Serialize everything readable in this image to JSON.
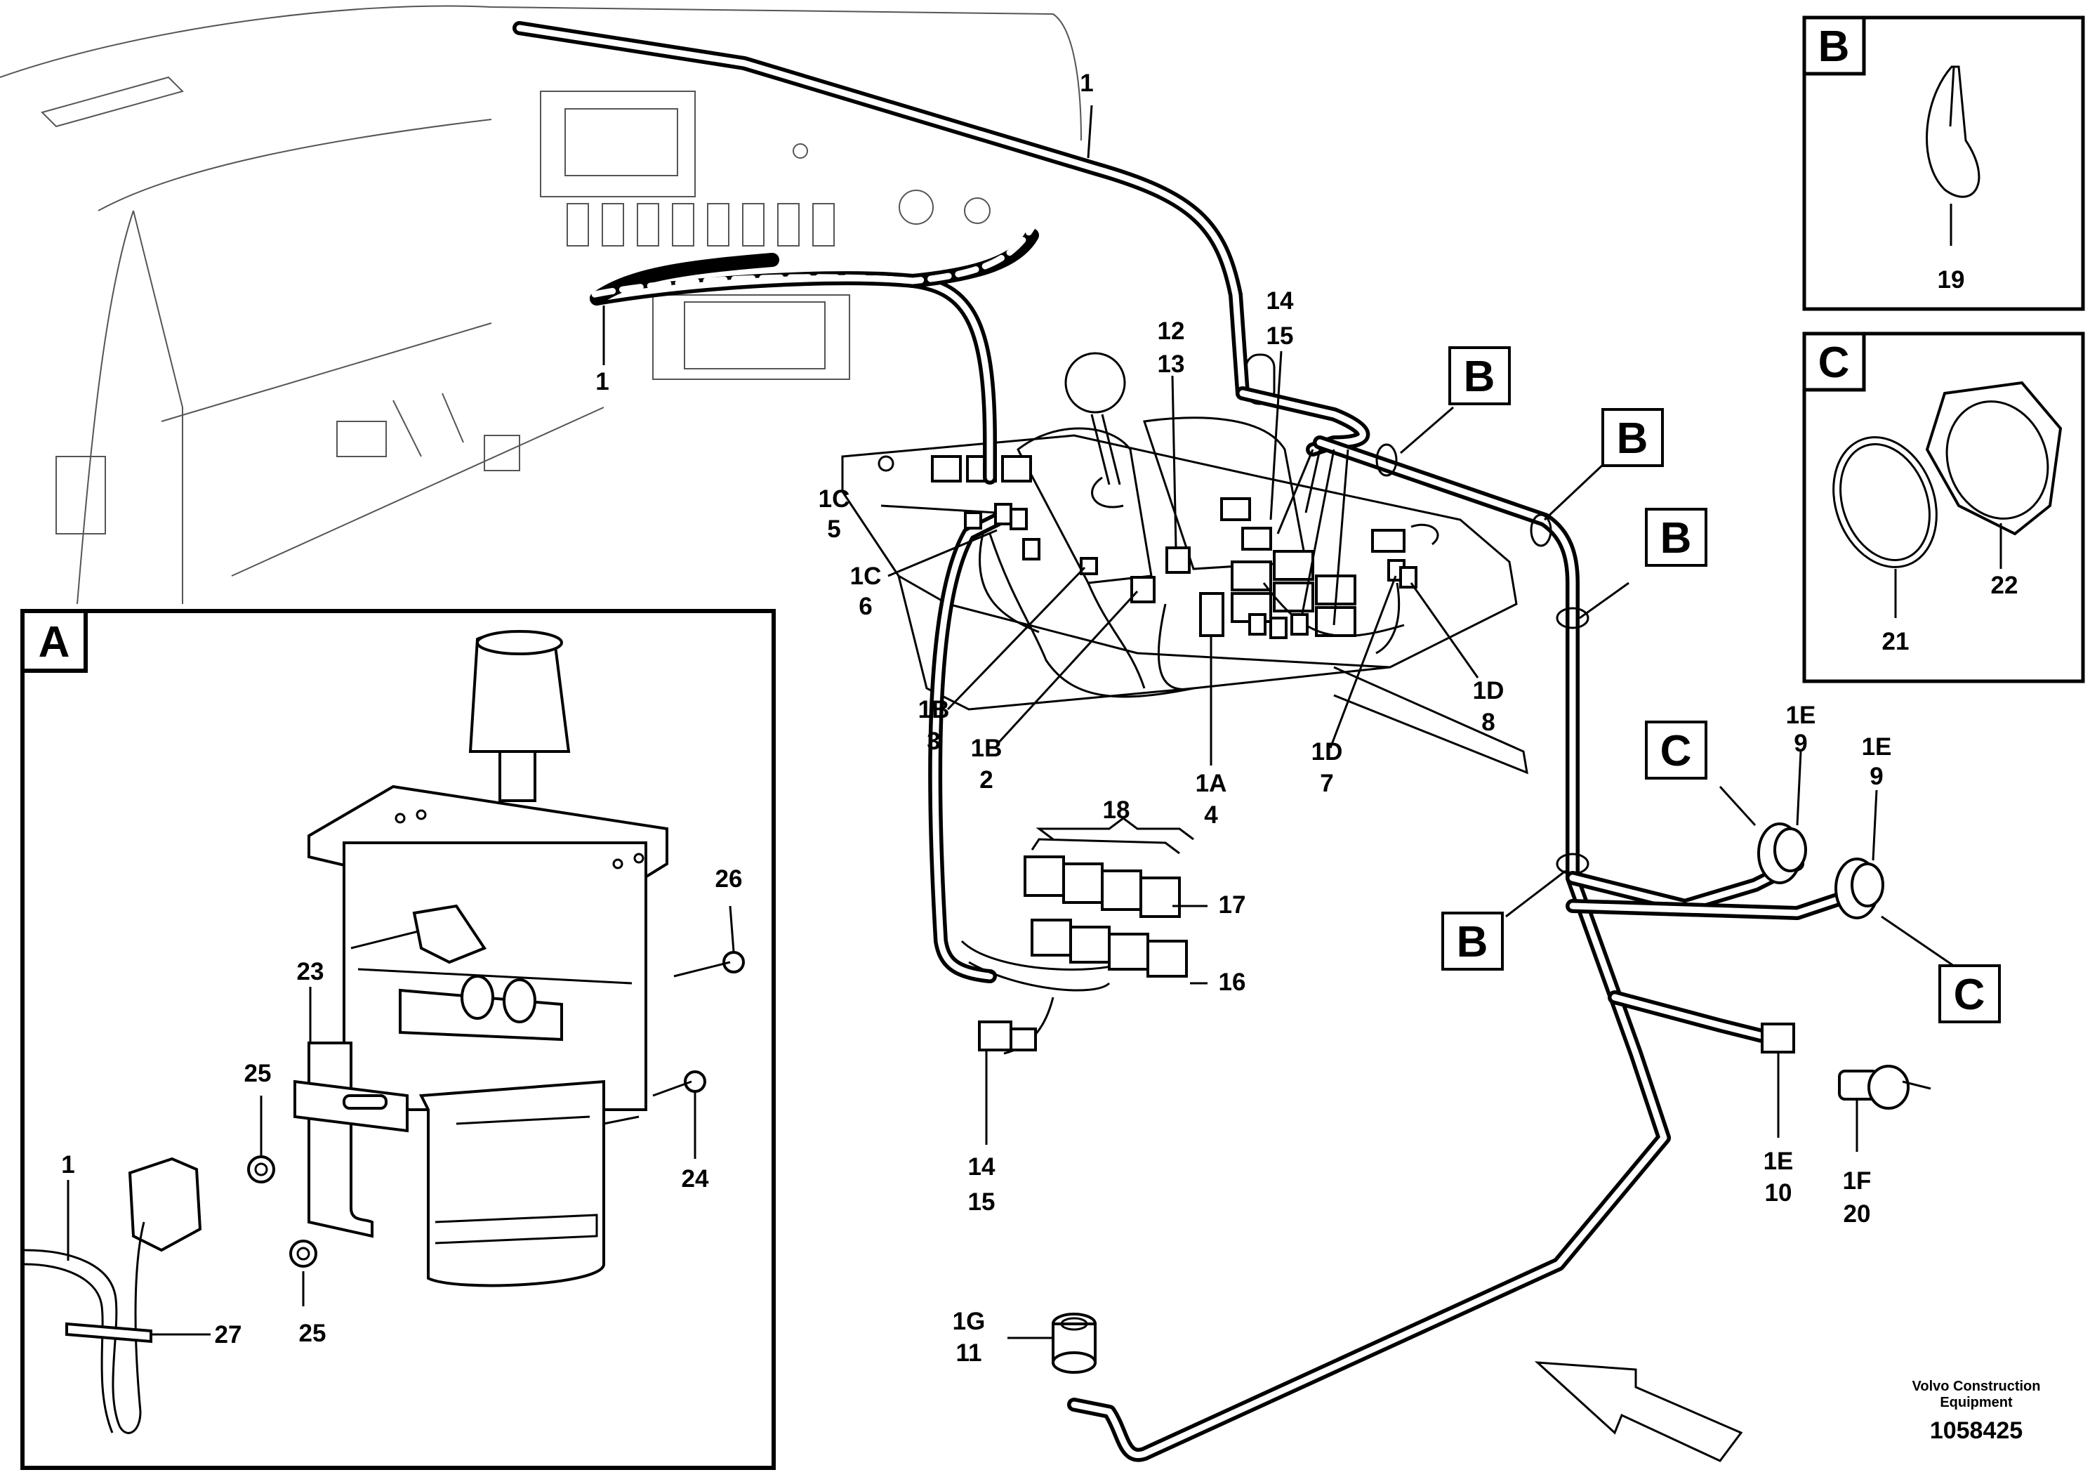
{
  "diagram": {
    "callouts": {
      "c1_top": "1",
      "c1_dash": "1",
      "c12": "12",
      "c13": "13",
      "c14_top": "14",
      "c15_top": "15",
      "c1c_5a": "1C",
      "c1c_5b": "5",
      "c1c_6a": "1C",
      "c1c_6b": "6",
      "c1b_3a": "1B",
      "c1b_3b": "3",
      "c1b_2a": "1B",
      "c1b_2b": "2",
      "c1a_4a": "1A",
      "c1a_4b": "4",
      "c1d_7a": "1D",
      "c1d_7b": "7",
      "c1d_8a": "1D",
      "c1d_8b": "8",
      "c18": "18",
      "c17": "17",
      "c16": "16",
      "c14_bot": "14",
      "c15_bot": "15",
      "c1e_9a_1": "1E",
      "c1e_9b_1": "9",
      "c1e_9a_2": "1E",
      "c1e_9b_2": "9",
      "c1e_10a": "1E",
      "c1e_10b": "10",
      "c1f_20a": "1F",
      "c1f_20b": "20",
      "c1g_11a": "1G",
      "c1g_11b": "11",
      "c19": "19",
      "c21": "21",
      "c22": "22",
      "c23": "23",
      "c24": "24",
      "c25_a": "25",
      "c25_b": "25",
      "c26": "26",
      "c27": "27",
      "cA1": "1"
    },
    "box_letters": {
      "detail_A": "A",
      "detail_B": "B",
      "detail_C": "C",
      "tag_B1": "B",
      "tag_B2": "B",
      "tag_B3": "B",
      "tag_B4": "B",
      "tag_C1": "C",
      "tag_C2": "C"
    },
    "brand_line1": "Volvo Construction",
    "brand_line2": "Equipment",
    "drawing_number": "1058425"
  }
}
